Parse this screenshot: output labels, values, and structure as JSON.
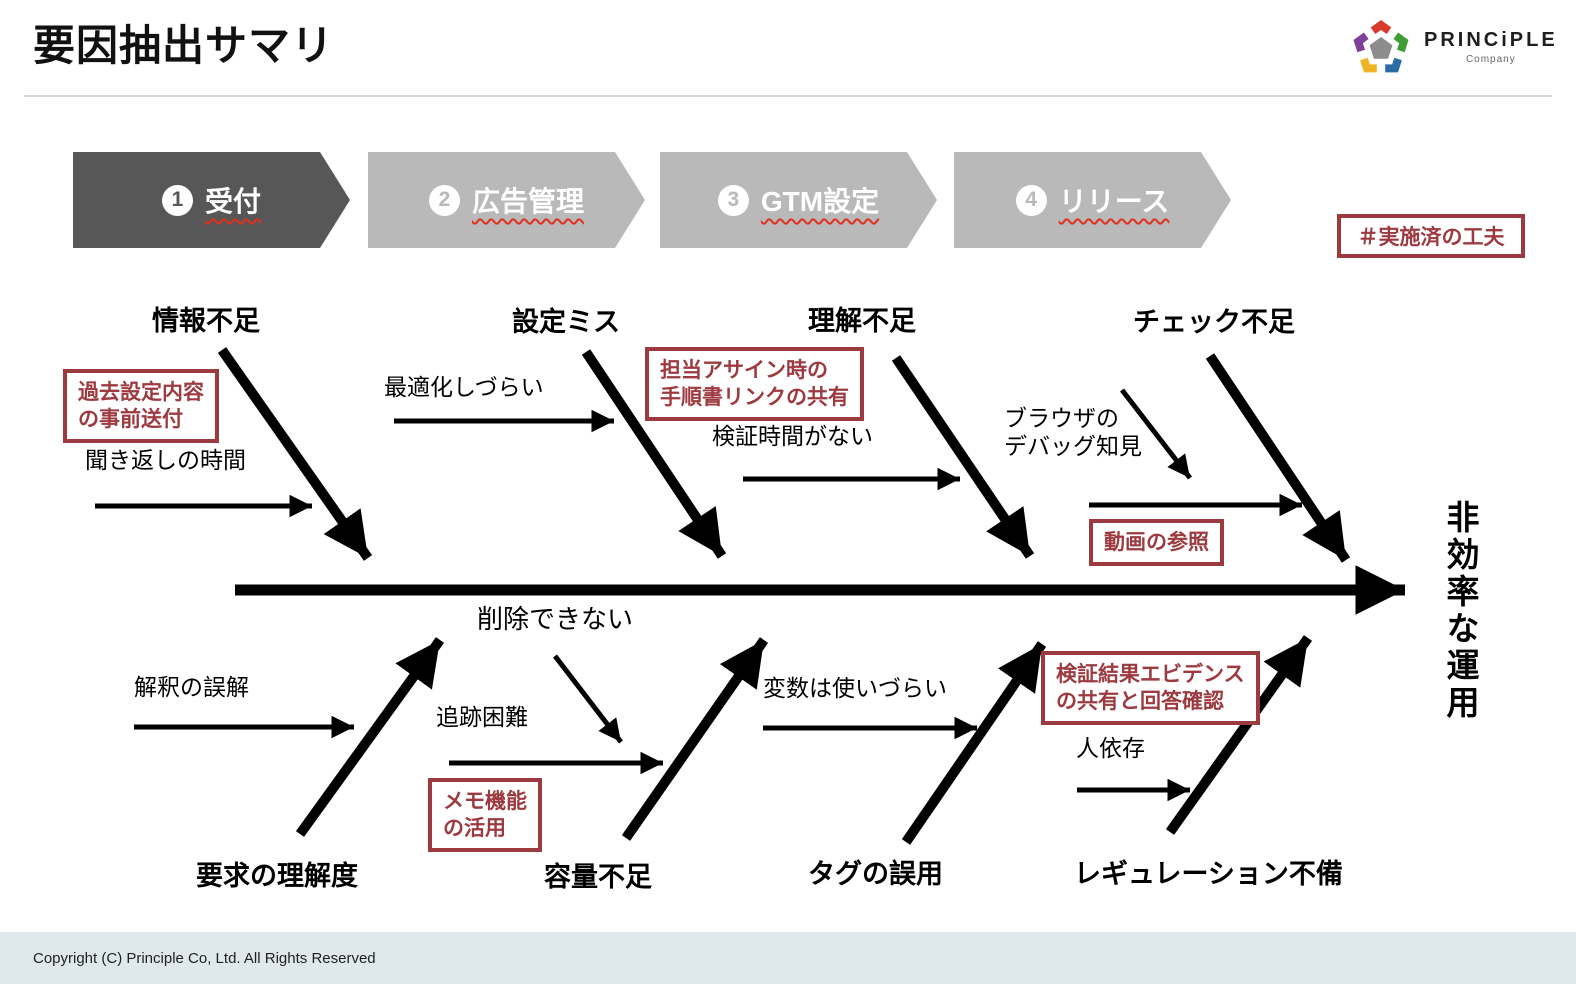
{
  "header": {
    "title": "要因抽出サマリ"
  },
  "logo": {
    "brand": "PRINCiPLE",
    "subtitle": "Company"
  },
  "steps": [
    {
      "number": "1",
      "label": "受付"
    },
    {
      "number": "2",
      "label": "広告管理"
    },
    {
      "number": "3",
      "label": "GTM設定"
    },
    {
      "number": "4",
      "label": "リリース"
    }
  ],
  "legend": {
    "label": "＃実施済の工夫"
  },
  "fishbone": {
    "effect": "非効率な運用",
    "top": [
      {
        "category": "情報不足",
        "cause": "聞き返しの時間",
        "measure": "過去設定内容\nの事前送付"
      },
      {
        "category": "設定ミス",
        "cause": "最適化しづらい"
      },
      {
        "category": "理解不足",
        "cause": "検証時間がない",
        "measure": "担当アサイン時の\n手順書リンクの共有"
      },
      {
        "category": "チェック不足",
        "cause": "ブラウザの\nデバッグ知見",
        "measure": "動画の参照"
      }
    ],
    "bottom": [
      {
        "category": "要求の理解度",
        "cause": "解釈の誤解"
      },
      {
        "category": "容量不足",
        "cause": "追跡困難",
        "cause2": "削除できない",
        "measure": "メモ機能\nの活用"
      },
      {
        "category": "タグの誤用",
        "cause": "変数は使いづらい"
      },
      {
        "category": "レギュレーション不備",
        "cause": "人依存",
        "measure": "検証結果エビデンス\nの共有と回答確認"
      }
    ]
  },
  "footer": {
    "copyright": "Copyright (C) Principle Co, Ltd. All Rights Reserved"
  },
  "colors": {
    "accent_red": "#9d3a40",
    "squiggle_red": "#e0301e",
    "step_active": "#575757",
    "step_inactive": "#b9b9b9",
    "footer_bg": "#dfe8ea"
  }
}
